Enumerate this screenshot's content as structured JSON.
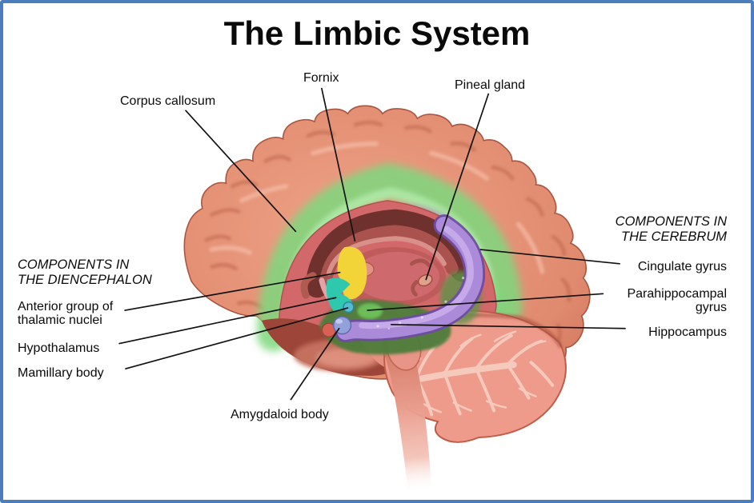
{
  "frame": {
    "border_color": "#4C7DBD",
    "background": "#FFFFFF"
  },
  "title": "The Limbic System",
  "labels": {
    "fornix": "Fornix",
    "pineal_gland": "Pineal gland",
    "corpus_callosum": "Corpus callosum",
    "diencephalon_header_line1": "COMPONENTS IN",
    "diencephalon_header_line2": "THE DIENCEPHALON",
    "anterior_group_line1": "Anterior group of",
    "anterior_group_line2": "thalamic nuclei",
    "hypothalamus": "Hypothalamus",
    "mamillary_body": "Mamillary body",
    "amygdaloid_body": "Amygdaloid body",
    "cerebrum_header_line1": "COMPONENTS IN",
    "cerebrum_header_line2": "THE CEREBRUM",
    "cingulate_gyrus": "Cingulate gyrus",
    "parahippocampal_line1": "Parahippocampal",
    "parahippocampal_line2": "gyrus",
    "hippocampus": "Hippocampus"
  },
  "structures": {
    "cortex": {
      "name": "Cerebral cortex",
      "color": "#E08A6F"
    },
    "cingulate_gyrus": {
      "name": "Cingulate gyrus",
      "color": "#7ED87E"
    },
    "parahippocampal_gyrus": {
      "name": "Parahippocampal gyrus",
      "color": "#4E7C3B"
    },
    "hippocampus": {
      "name": "Hippocampus",
      "color": "#AB8BD9"
    },
    "anterior_thalamic_nuclei": {
      "name": "Anterior group of thalamic nuclei",
      "color": "#F3D438"
    },
    "hypothalamus": {
      "name": "Hypothalamus",
      "color": "#2EC8AE"
    },
    "mamillary_body": {
      "name": "Mamillary body",
      "color": "#55BBD1"
    },
    "amygdaloid_body": {
      "name": "Amygdaloid body",
      "color": "#93A0DA"
    },
    "cerebellum": {
      "name": "Cerebellum",
      "color": "#EE9B8B"
    },
    "brain_stem": {
      "name": "Brain stem",
      "color": "#E89B8B"
    },
    "leader_line_color": "#111111"
  }
}
